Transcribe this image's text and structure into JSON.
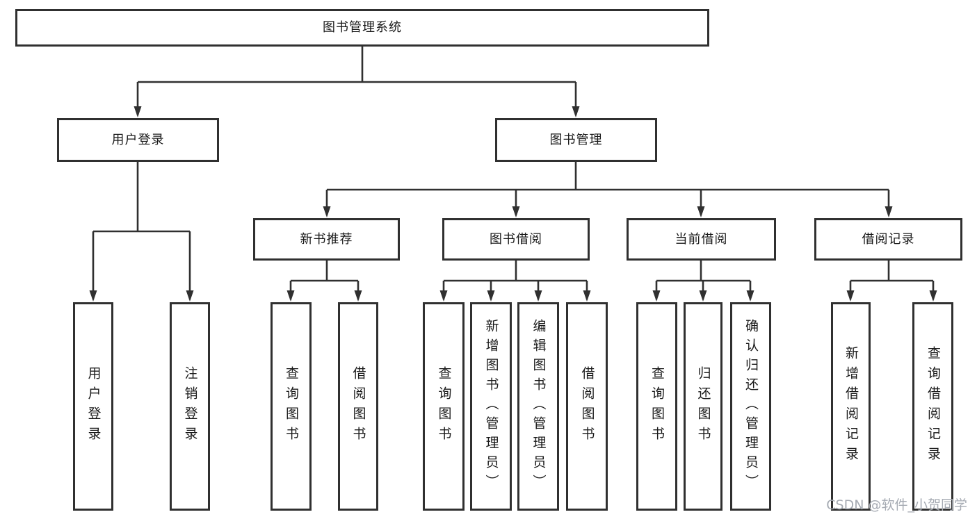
{
  "diagram": {
    "type": "hierarchy-tree",
    "nodes": {
      "root": "图书管理系统",
      "level2": [
        "用户登录",
        "图书管理"
      ],
      "level3": [
        "新书推荐",
        "图书借阅",
        "当前借阅",
        "借阅记录"
      ],
      "leaves": [
        "用户登录",
        "注销登录",
        "查询图书",
        "借阅图书",
        "查询图书",
        "新增图书（管理员）",
        "编辑图书（管理员）",
        "借阅图书",
        "查询图书",
        "归还图书",
        "确认归还（管理员）",
        "新增借阅记录",
        "查询借阅记录"
      ]
    },
    "hierarchy": {
      "图书管理系统": [
        "用户登录",
        "图书管理"
      ],
      "用户登录": [
        "用户登录",
        "注销登录"
      ],
      "图书管理": [
        "新书推荐",
        "图书借阅",
        "当前借阅",
        "借阅记录"
      ],
      "新书推荐": [
        "查询图书",
        "借阅图书"
      ],
      "图书借阅": [
        "查询图书",
        "新增图书（管理员）",
        "编辑图书（管理员）",
        "借阅图书"
      ],
      "当前借阅": [
        "查询图书",
        "归还图书",
        "确认归还（管理员）"
      ],
      "借阅记录": [
        "新增借阅记录",
        "查询借阅记录"
      ]
    },
    "colors": {
      "line": "#303030",
      "box_border": "#303030",
      "box_fill": "#ffffff",
      "text": "#1a1a1a",
      "background": "#ffffff",
      "watermark": "#a6abb3"
    }
  },
  "watermark": "CSDN @软件_小贺同学"
}
